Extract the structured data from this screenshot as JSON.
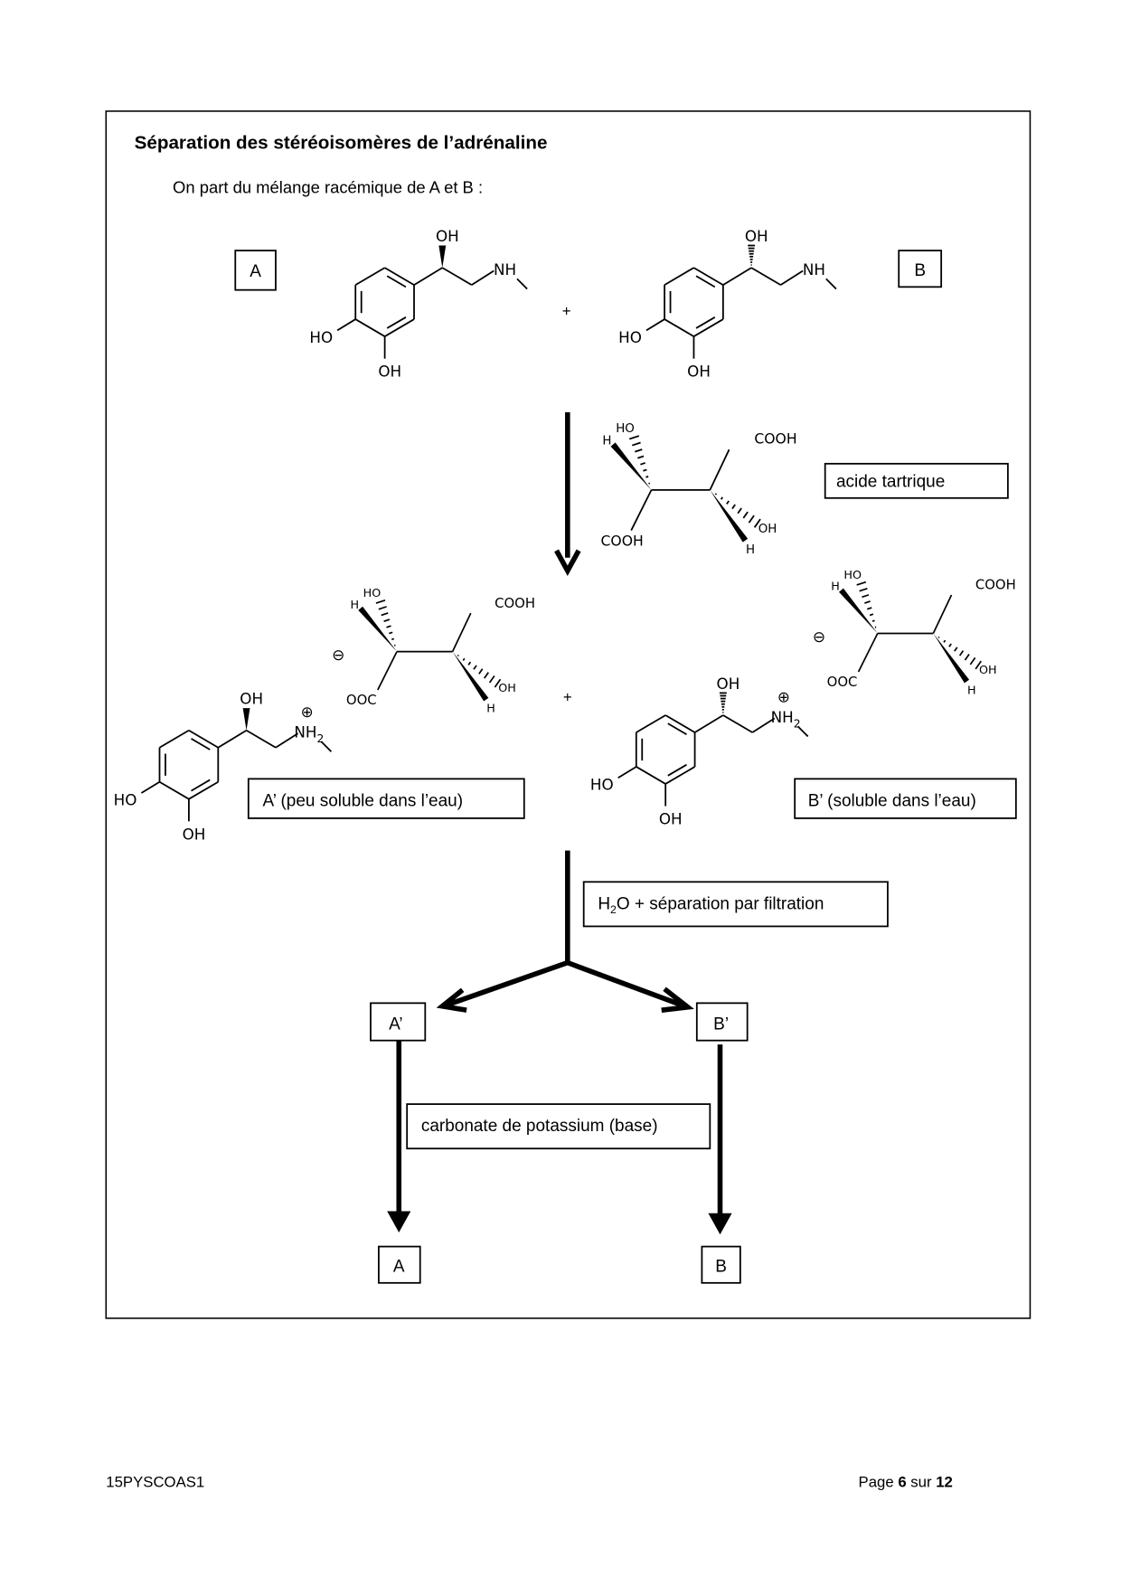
{
  "title": "Séparation des stéréoisomères de l’adrénaline",
  "intro": "On part du mélange racémique de A et B :",
  "labels": {
    "A": "A",
    "B": "B",
    "plus": "+",
    "tartaric_acid": "acide tartrique",
    "salt_A": "A’ (peu soluble dans l’eau)",
    "salt_B": "B’ (soluble dans l’eau)",
    "water_prefix": "H",
    "water_sub": "2",
    "water_rest": "O + séparation par filtration",
    "A_prime": "A’",
    "B_prime": "B’",
    "base": "carbonate de potassium (base)"
  },
  "atoms": {
    "OH": "OH",
    "HO": "HO",
    "NH": "NH",
    "NH2": "NH",
    "sub2": "2",
    "COOH": "COOH",
    "OOC": "OOC",
    "H": "H",
    "minus": "⊖",
    "plus": "⊕"
  },
  "footer": {
    "code": "15PYSCOAS1",
    "page_prefix": "Page ",
    "page": "6",
    "page_mid": " sur ",
    "total": "12"
  }
}
